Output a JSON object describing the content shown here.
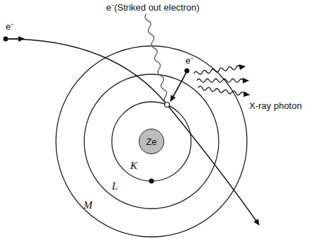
{
  "diagram": {
    "nodes": [
      {
        "text": [
          "Ze"
        ]
      }
    ],
    "labels": [
      "e⁻(Striked out electron)",
      "e⁻",
      "e⁻",
      "X-ray photon",
      "K",
      "L",
      "M"
    ]
  }
}
